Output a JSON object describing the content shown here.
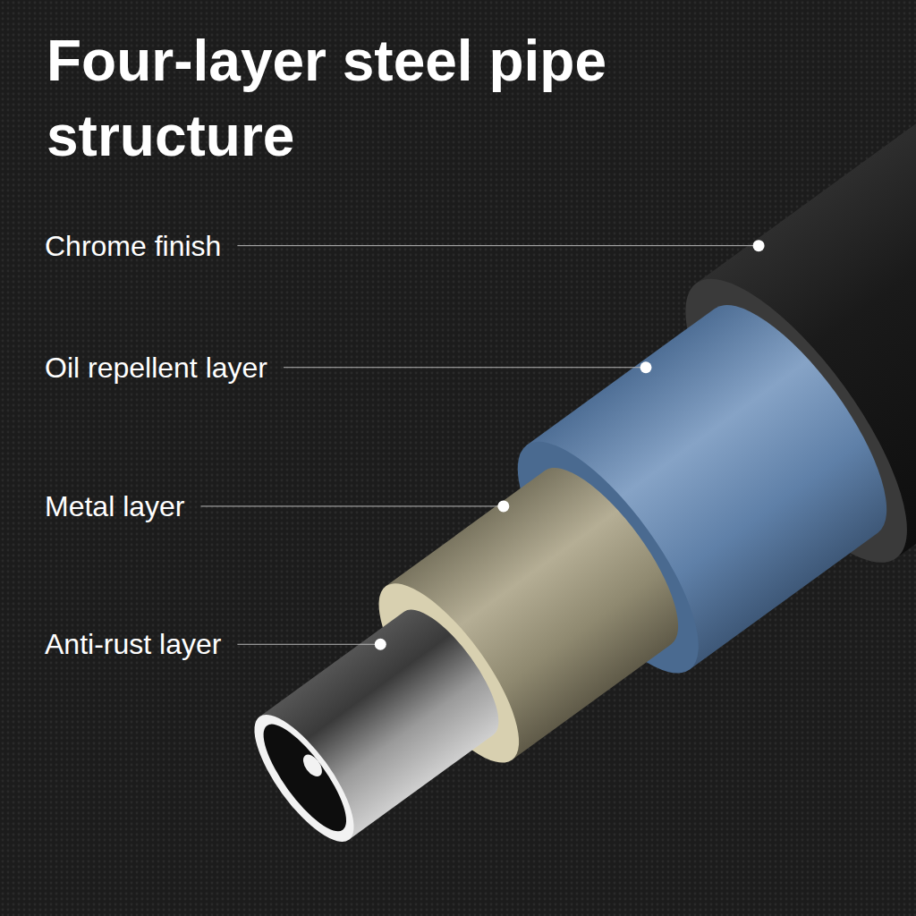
{
  "diagram": {
    "title": "Four-layer steel pipe structure",
    "labels": [
      "Chrome finish",
      "Oil repellent layer",
      "Metal layer",
      "Anti-rust layer"
    ]
  }
}
